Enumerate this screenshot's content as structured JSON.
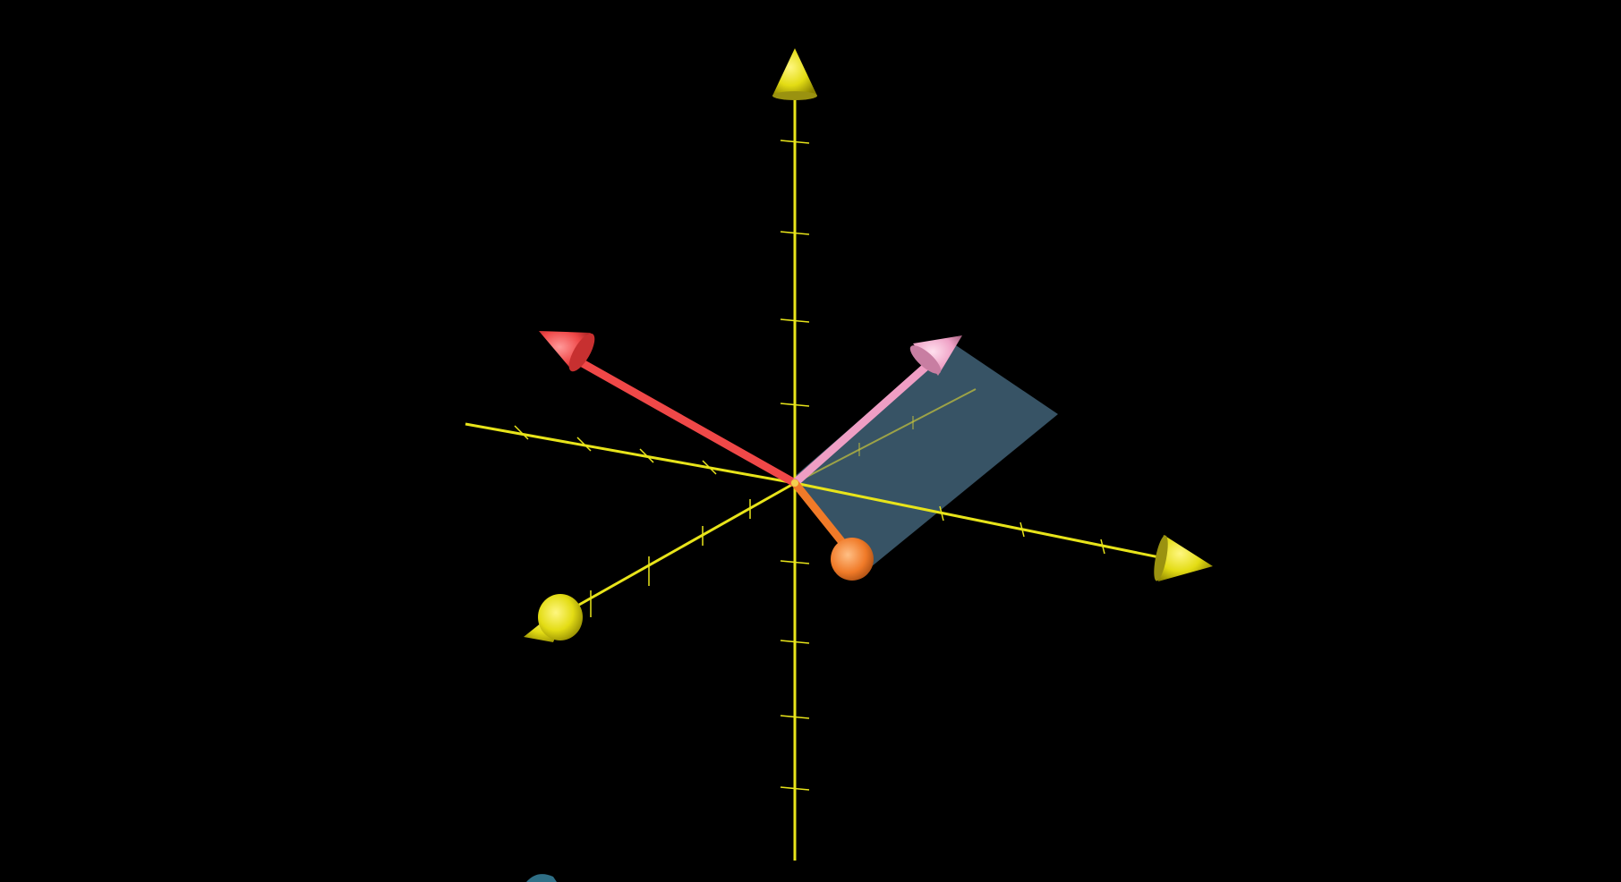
{
  "scene": {
    "background": "#000000",
    "axis_color": "#e8e41a",
    "axes": [
      {
        "name": "axis-vertical",
        "ticks": 9
      },
      {
        "name": "axis-right",
        "ticks": 5
      },
      {
        "name": "axis-left-back",
        "ticks": 5
      },
      {
        "name": "axis-front-left",
        "ticks": 4
      }
    ],
    "vectors": [
      {
        "name": "vector-red",
        "color": "#f04848"
      },
      {
        "name": "vector-pink",
        "color": "#ef9ec4"
      },
      {
        "name": "vector-orange",
        "color": "#f07a28"
      }
    ],
    "plane": {
      "name": "cross-product-plane",
      "color": "#5c8ba8",
      "opacity": 0.6
    }
  }
}
